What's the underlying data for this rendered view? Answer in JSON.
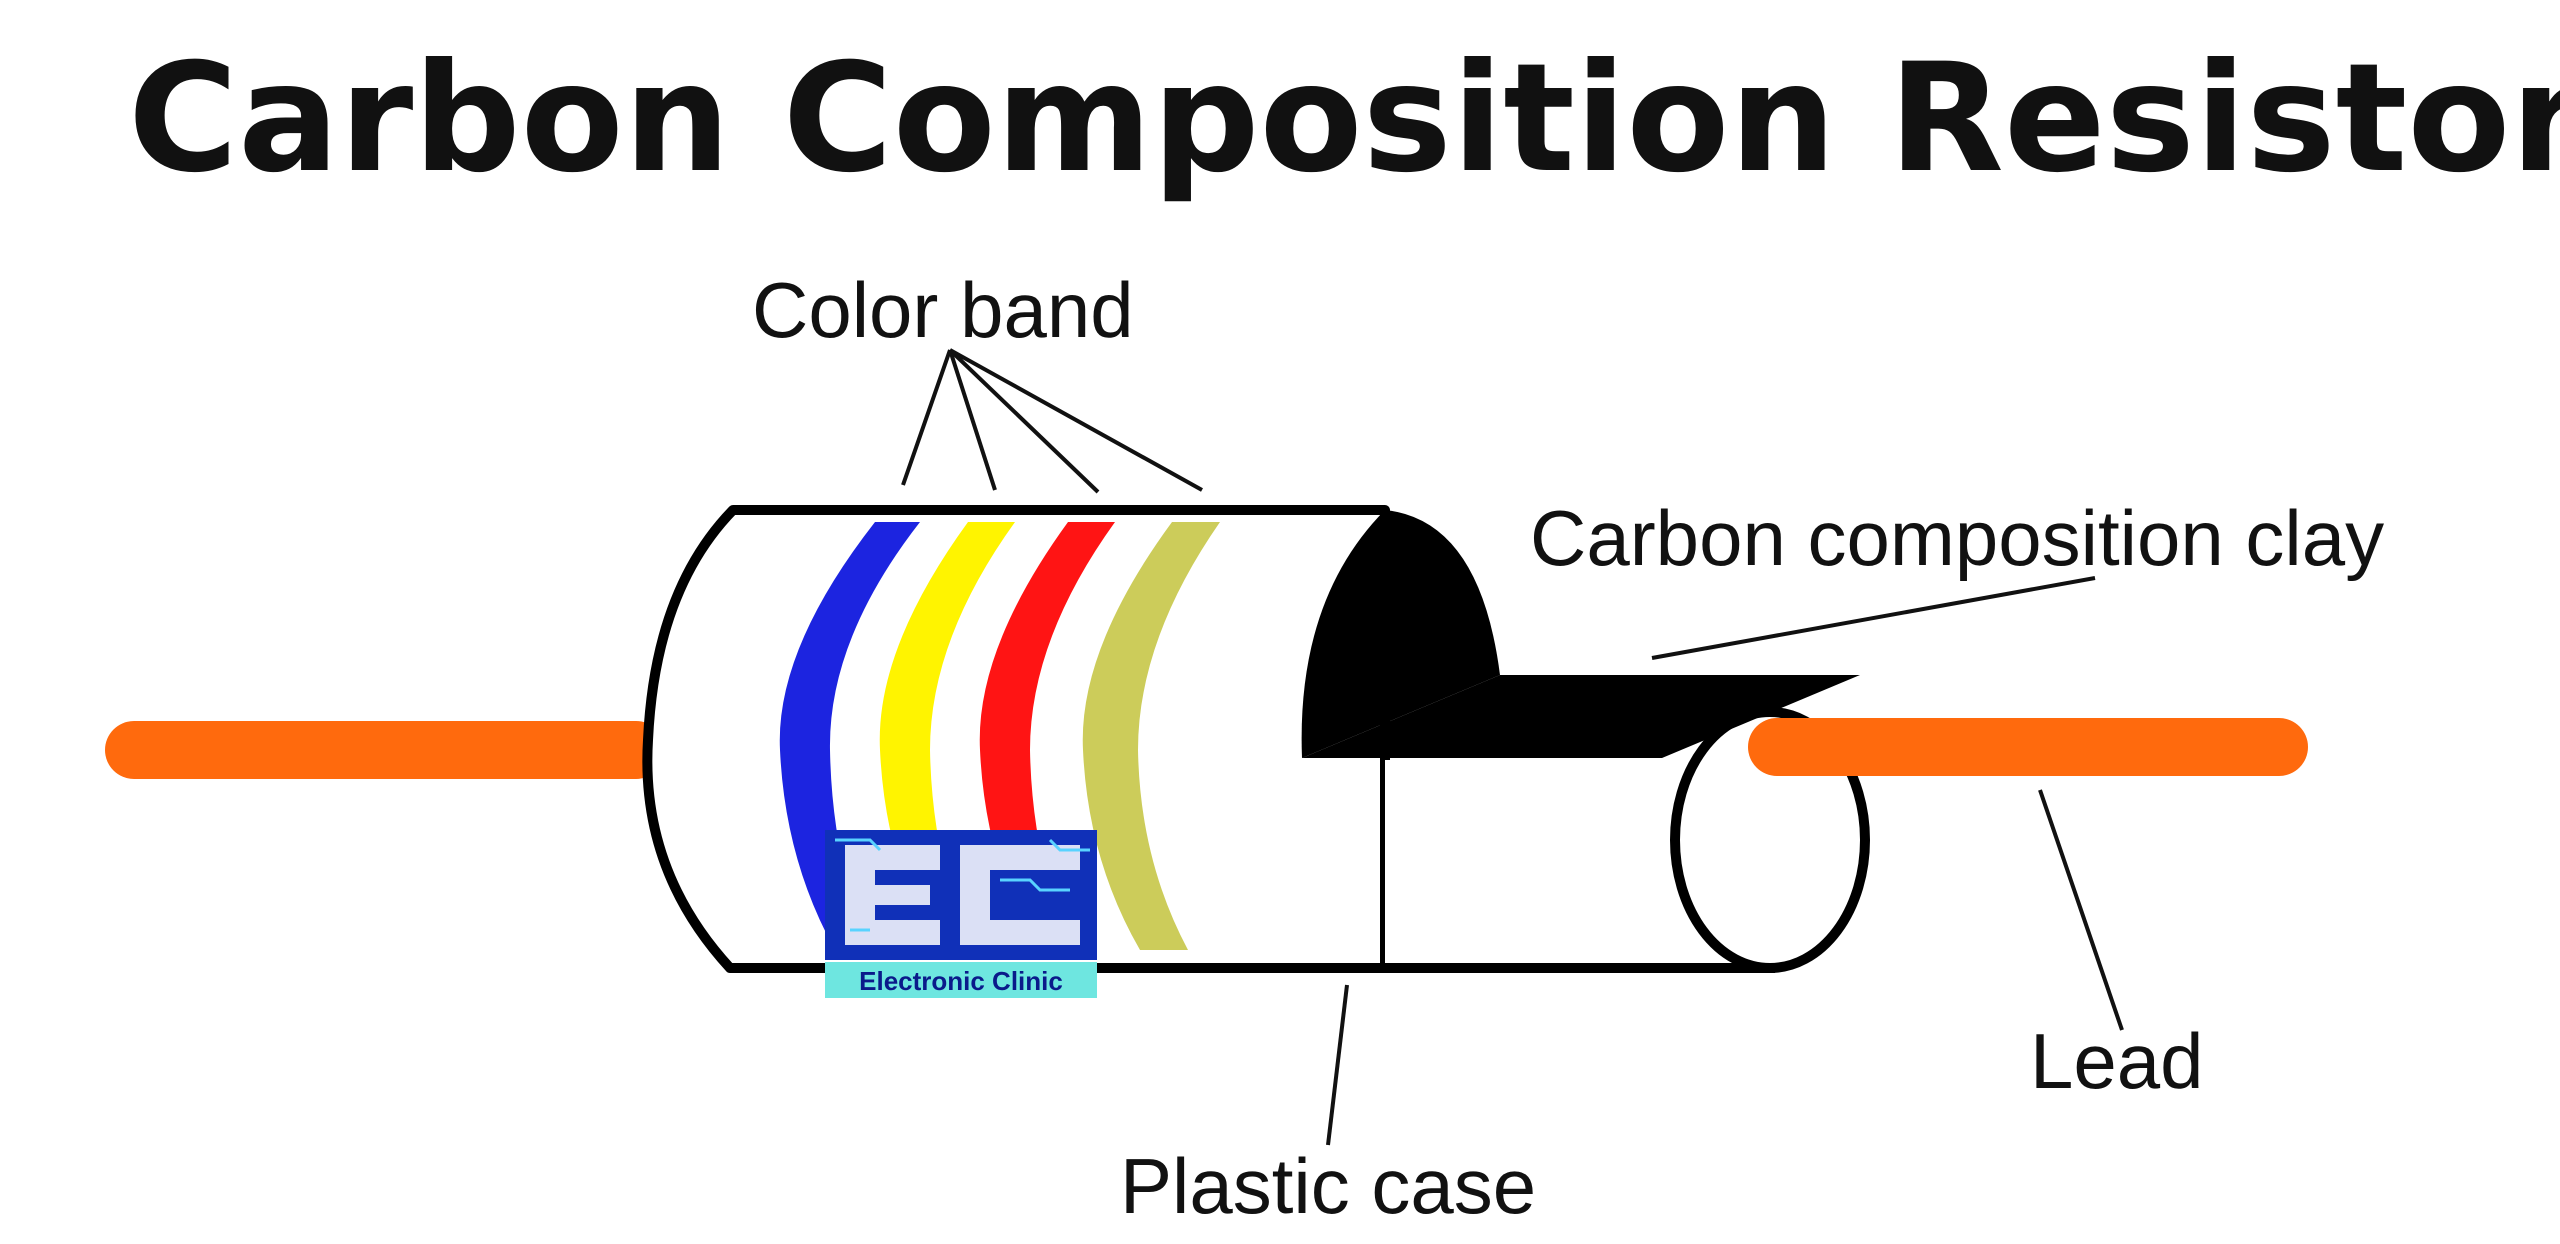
{
  "title": "Carbon Composition Resistor",
  "labels": {
    "color_band": "Color band",
    "carbon_clay": "Carbon composition clay",
    "plastic_case": "Plastic case",
    "lead": "Lead"
  },
  "logo": {
    "text": "Electronic Clinic"
  },
  "colors": {
    "lead": "#ff6a0d",
    "band_1": "#1c24e0",
    "band_2": "#fff400",
    "band_3": "#ff1414",
    "band_4": "#cccc5a",
    "clay": "#000000",
    "case": "#ffffff",
    "outline": "#000000"
  }
}
